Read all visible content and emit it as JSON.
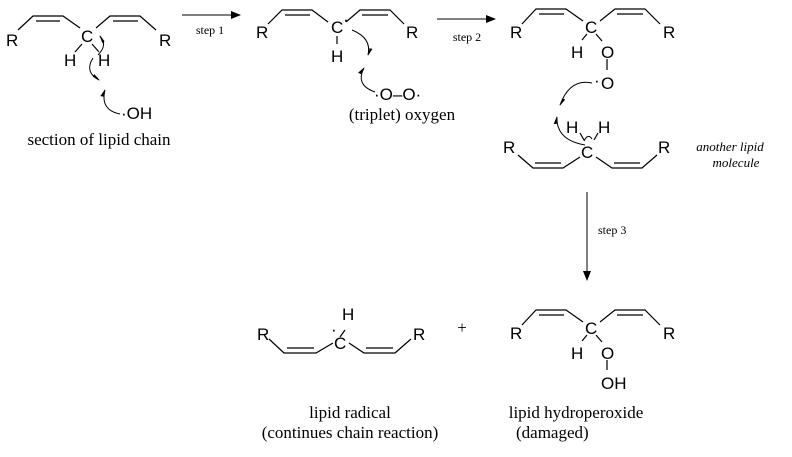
{
  "atoms": {
    "R": "R",
    "C": "C",
    "H": "H",
    "O": "O",
    "OH": "OH",
    "dot": "·"
  },
  "reagents": {
    "hydroxyl": "·OH",
    "oxygen": "·O–O·"
  },
  "steps": {
    "step1": "step 1",
    "step2": "step 2",
    "step3": "step 3"
  },
  "labels": {
    "lipid_chain": "section of lipid chain",
    "triplet_oxygen": "(triplet) oxygen",
    "another_lipid_1": "another lipid",
    "another_lipid_2": "molecule",
    "plus": "+",
    "lipid_radical": "lipid radical",
    "lipid_radical_note": "(continues chain reaction)",
    "hydroperoxide": "lipid hydroperoxide",
    "hydroperoxide_note": "(damaged)"
  }
}
